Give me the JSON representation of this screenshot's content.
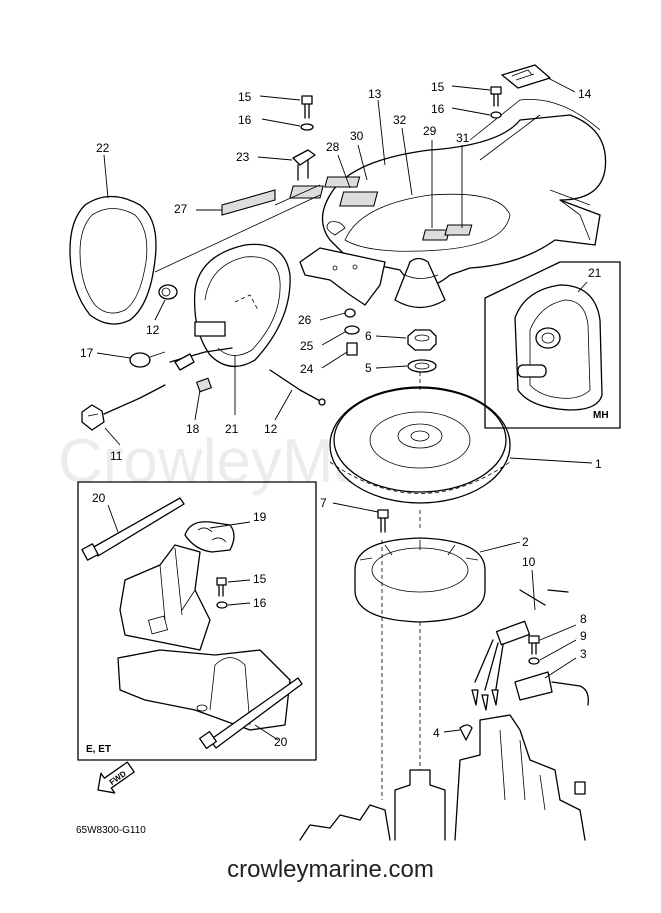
{
  "diagram_code": "65W8300-G110",
  "watermark": "CrowleyMarine",
  "site_url": "crowleymarine.com",
  "fwd_label": "FWD",
  "inset_mh_label": "MH",
  "inset_e_et_label": "E, ET",
  "callouts": {
    "c1": "1",
    "c2": "2",
    "c3": "3",
    "c4": "4",
    "c5": "5",
    "c6": "6",
    "c7": "7",
    "c8": "8",
    "c9": "9",
    "c10": "10",
    "c11": "11",
    "c12a": "12",
    "c12b": "12",
    "c13": "13",
    "c14": "14",
    "c15a": "15",
    "c15b": "15",
    "c15c": "15",
    "c16a": "16",
    "c16b": "16",
    "c16c": "16",
    "c17": "17",
    "c18": "18",
    "c19": "19",
    "c20a": "20",
    "c20b": "20",
    "c21a": "21",
    "c21b": "21",
    "c22": "22",
    "c23": "23",
    "c24": "24",
    "c25": "25",
    "c26": "26",
    "c27": "27",
    "c28": "28",
    "c29": "29",
    "c30": "30",
    "c31": "31",
    "c32": "32"
  },
  "icons": {
    "fwd_arrow": "fwd-arrow-icon"
  }
}
